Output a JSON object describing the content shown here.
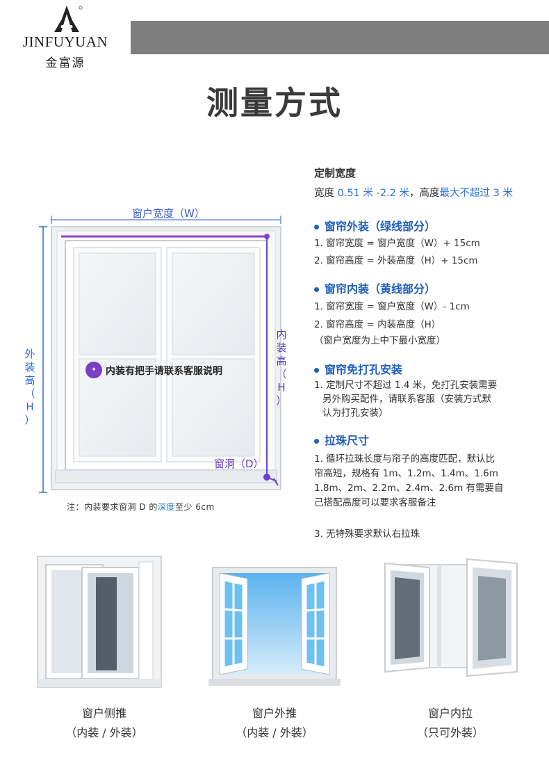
{
  "brand": {
    "en": "JINFUYUAN",
    "cn": "金富源",
    "logo_icon": "jinfuyuan-logo-icon"
  },
  "page_title": "测量方式",
  "diagram": {
    "width_label": "窗户宽度（W）",
    "outer_height_label": [
      "外",
      "装",
      "高",
      "（",
      "H",
      "）"
    ],
    "inner_height_label": [
      "内",
      "装",
      "高",
      "（",
      "H",
      "）"
    ],
    "hole_label": "窗洞（D）",
    "inner_note": "内装有把手请联系客服说明",
    "depth_note_prefix": "注：内装要求窗洞 D 的",
    "depth_note_highlight": "深度",
    "depth_note_suffix": "至少 6cm"
  },
  "custom_width": {
    "title": "定制宽度",
    "line_prefix": "宽度 ",
    "range": "0.51 米 -2.2 米",
    "mid": "，高度",
    "limit": "最大不超过 3 米"
  },
  "sections": {
    "outer": {
      "title": "窗帘外装（绿线部分）",
      "items": [
        "1. 窗帘宽度 = 窗户宽度（W）+ 15cm",
        "2. 窗帘高度 = 外装高度（H）+ 15cm"
      ]
    },
    "inner": {
      "title": "窗帘内装（黄线部分）",
      "items": [
        "1. 窗帘宽度 = 窗户宽度（W）- 1cm",
        "2. 窗帘高度 = 内装高度（H）",
        "（窗户宽度为上中下最小宽度）"
      ]
    },
    "no_drill": {
      "title": "窗帘免打孔安装",
      "items": [
        "1. 定制尺寸不超过 1.4 米，免打孔安装需要",
        "另外购买配件，请联系客服（安装方式默",
        "认为打孔安装）"
      ]
    },
    "bead": {
      "title": "拉珠尺寸",
      "items": [
        "1. 循环拉珠长度与帘子的高度匹配，默认比",
        "帘高短，规格有 1m、1.2m、1.4m、1.6m",
        "1.8m、2m、2.2m、2.4m、2.6m 有需要自",
        "己搭配高度可以要求客服备注"
      ],
      "extra": "3. 无特殊要求默认右拉珠"
    }
  },
  "window_types": [
    {
      "name": "窗户侧推",
      "sub": "（内装 / 外装）",
      "icon": "sliding-window-icon"
    },
    {
      "name": "窗户外推",
      "sub": "（内装 / 外装）",
      "icon": "outward-casement-window-icon"
    },
    {
      "name": "窗户内拉",
      "sub": "（只可外装）",
      "icon": "inward-casement-window-icon"
    }
  ]
}
